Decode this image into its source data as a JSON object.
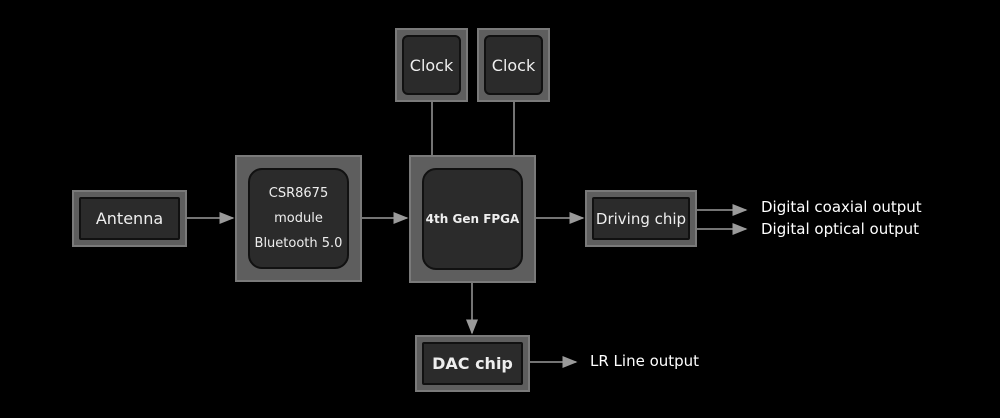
{
  "blocks": {
    "antenna": "Antenna",
    "csr": {
      "line1": "CSR8675",
      "line2": "module",
      "line3": "Bluetooth 5.0"
    },
    "fpga": "4th Gen FPGA",
    "clock1": "Clock",
    "clock2": "Clock",
    "driving": "Driving chip",
    "dac": "DAC chip"
  },
  "outputs": {
    "coaxial": "Digital coaxial output",
    "optical": "Digital optical output",
    "line": "LR Line output"
  },
  "colors": {
    "background": "#000000",
    "block_border": "#5e5e5e",
    "block_fill": "#2b2b2b",
    "connector": "#9a9a9a"
  }
}
